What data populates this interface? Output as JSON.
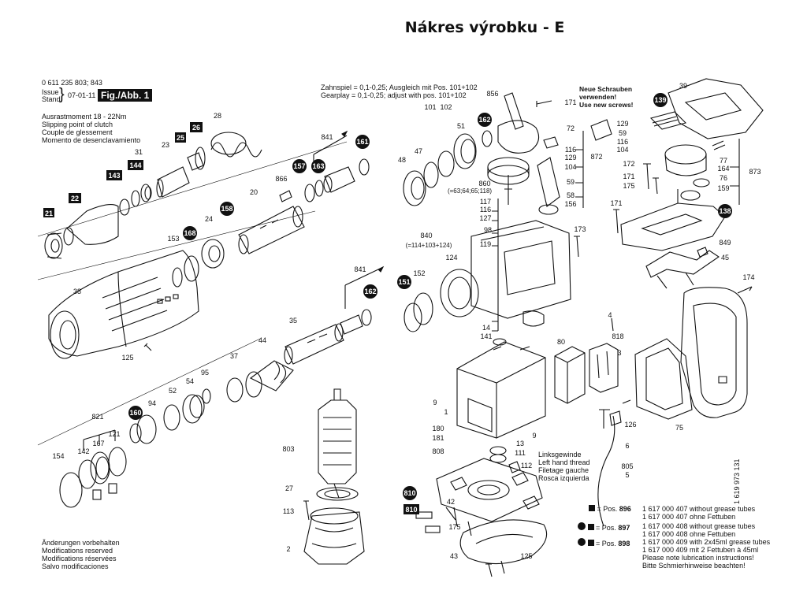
{
  "title": "Nákres výrobku - E",
  "header_left": {
    "part_number": "0 611 235 803; 843",
    "issue_label": "Issue",
    "stand_label": "Stand",
    "issue_date": "07-01-11",
    "fig_label": "Fig./Abb. 1"
  },
  "clutch_notes": [
    "Ausrastmoment 18 - 22Nm",
    "Slipping point of clutch",
    "Couple de glessement",
    "Momento de desenclavamiento"
  ],
  "gearplay_notes": [
    "Zahnspiel = 0,1-0,25; Ausgleich mit Pos. 101+102",
    "Gearplay  = 0,1-0,25; adjust with pos. 101+102"
  ],
  "new_screws": [
    "Neue Schrauben",
    "verwenden!",
    "Use new screws!"
  ],
  "thread_notes": [
    "Linksgewinde",
    "Left hand thread",
    "Filetage gauche",
    "Rosca izquierda"
  ],
  "modifications": [
    "Änderungen vorbehalten",
    "Modifications reserved",
    "Modifications réservées",
    "Salvo modificaciones"
  ],
  "side_code": "1 619 973 131",
  "pos_legend": [
    {
      "label": "= Pos.",
      "pos": "896",
      "lines": [
        "1 617 000 407 without grease tubes",
        "1 617 000 407 ohne Fettuben"
      ]
    },
    {
      "label": "= Pos.",
      "pos": "897",
      "lines": [
        "1 617 000 408 without grease tubes",
        "1 617 000 408 ohne Fettuben"
      ]
    },
    {
      "label": "= Pos.",
      "pos": "898",
      "lines": [
        "1 617 000 409 with 2x45ml grease tubes",
        "1 617 000 409 mit 2 Fettuben à 45ml",
        "Please note lubrication instructions!",
        "Bitte Schmierhinweise beachten!"
      ]
    }
  ],
  "notes_parens": [
    "(=63;64;65;118)",
    "(=114+103+124)"
  ],
  "labels": {
    "l21": "21",
    "l22": "22",
    "l143": "143",
    "l144": "144",
    "l31": "31",
    "l23": "23",
    "l25": "25",
    "l26": "26",
    "l28": "28",
    "l38": "38",
    "l153": "153",
    "l168": "168",
    "l24": "24",
    "l158": "158",
    "l20": "20",
    "l866": "866",
    "l157": "157",
    "l163": "163",
    "l841a": "841",
    "l161": "161",
    "l125a": "125",
    "l35": "35",
    "l44": "44",
    "l37": "37",
    "l95": "95",
    "l54": "54",
    "l52": "52",
    "l94": "94",
    "l160": "160",
    "l841b": "841",
    "l162a": "162",
    "l151": "151",
    "l152": "152",
    "l821": "821",
    "l142": "142",
    "l167": "167",
    "l121": "121",
    "l154": "154",
    "l803": "803",
    "l27": "27",
    "l113": "113",
    "l2": "2",
    "l48": "48",
    "l47": "47",
    "l101": "101",
    "l102": "102",
    "l51": "51",
    "l856": "856",
    "l162b": "162",
    "l171a": "171",
    "l72": "72",
    "l129a": "129",
    "l59a": "59",
    "l116a": "116",
    "l104a": "104",
    "l860": "860",
    "l117": "117",
    "l116b": "116",
    "l127": "127",
    "l98": "98",
    "l119": "119",
    "l840": "840",
    "l124": "124",
    "l116c": "116",
    "l129b": "129",
    "l104b": "104",
    "l872": "872",
    "l59b": "59",
    "l58": "58",
    "l156": "156",
    "l173": "173",
    "l14": "14",
    "l141": "141",
    "l139": "139",
    "l39": "39",
    "l172": "172",
    "l171b": "171",
    "l175a": "175",
    "l77": "77",
    "l164": "164",
    "l76": "76",
    "l873": "873",
    "l159": "159",
    "l138": "138",
    "l171c": "171",
    "l849": "849",
    "l45": "45",
    "l174": "174",
    "l9a": "9",
    "l1": "1",
    "l180": "180",
    "l181": "181",
    "l808": "808",
    "l9b": "9",
    "l13": "13",
    "l111": "111",
    "l112": "112",
    "l810a": "810",
    "l810b": "810",
    "l42": "42",
    "l175b": "175",
    "l43": "43",
    "l125b": "125",
    "l80": "80",
    "l4": "4",
    "l818": "818",
    "l3": "3",
    "l126": "126",
    "l6": "6",
    "l805": "805",
    "l5": "5",
    "l75": "75"
  },
  "colors": {
    "ink": "#111111",
    "badge_bg": "#111111",
    "badge_fg": "#ffffff"
  }
}
